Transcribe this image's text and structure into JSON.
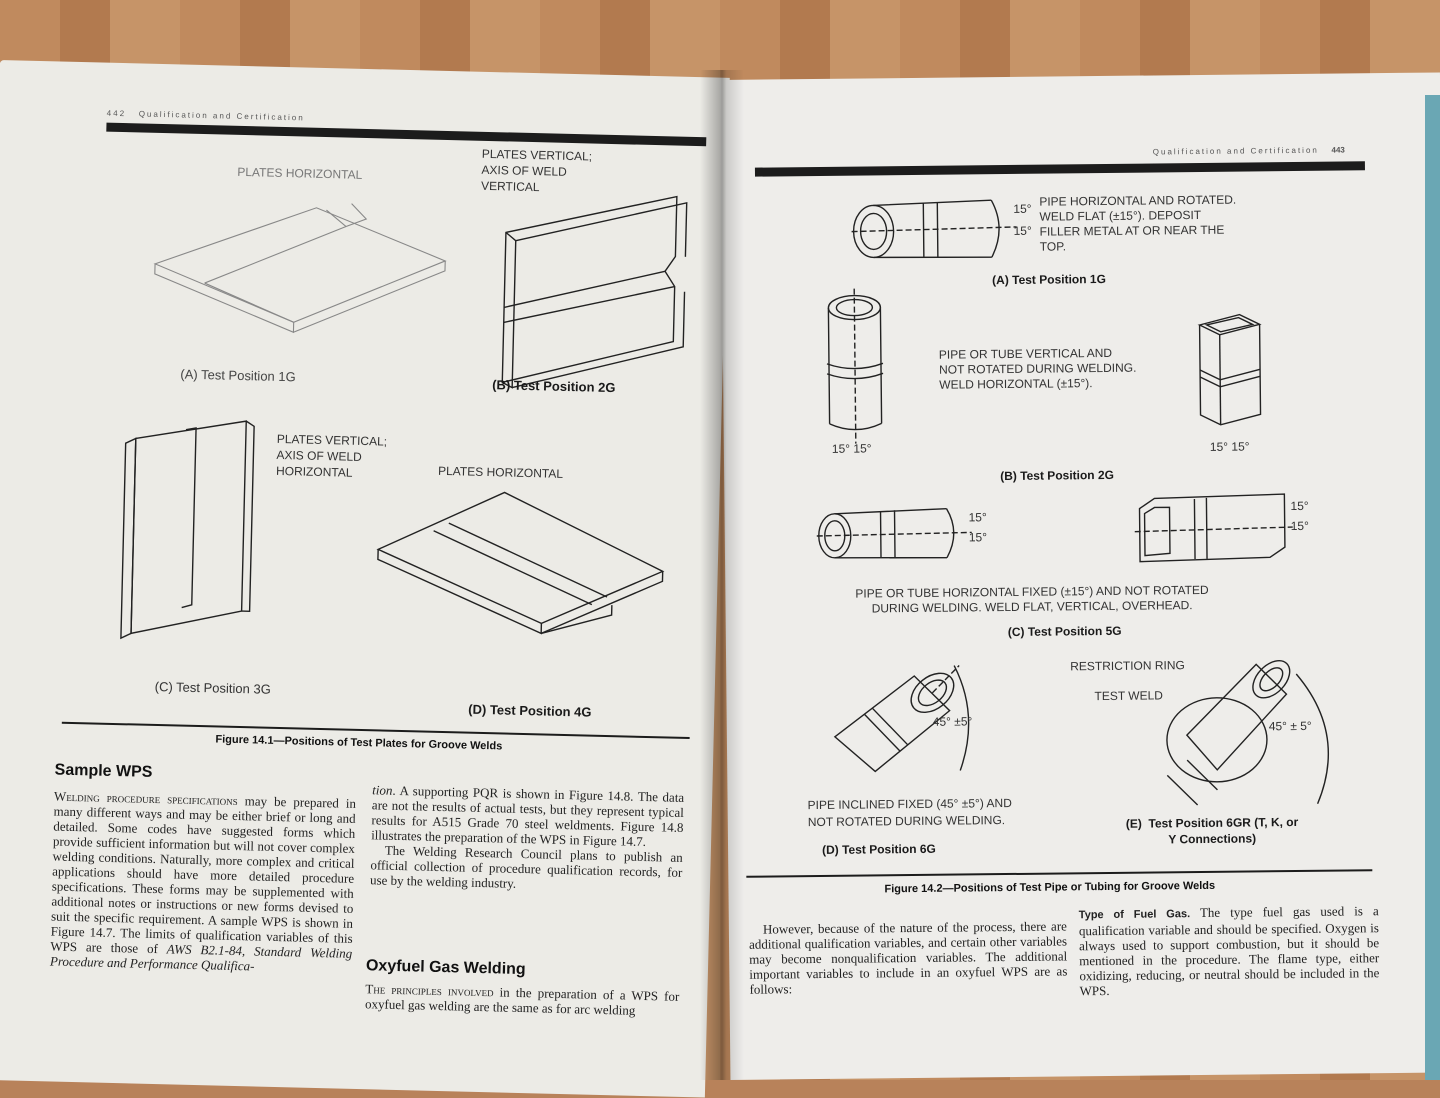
{
  "left_page": {
    "page_number": "442",
    "running_head": "Qualification and Certification",
    "figure": {
      "panels": [
        {
          "label": "PLATES HORIZONTAL",
          "caption": "(A)  Test Position 1G"
        },
        {
          "label": "PLATES VERTICAL;\nAXIS OF WELD\nVERTICAL",
          "caption": "(B)  Test Position 2G"
        },
        {
          "label": "PLATES VERTICAL;\nAXIS OF WELD\nHORIZONTAL",
          "caption": "(C)  Test Position 3G"
        },
        {
          "label": "PLATES HORIZONTAL",
          "caption": "(D)  Test Position 4G"
        }
      ],
      "title": "Figure 14.1—Positions of Test Plates for Groove Welds"
    },
    "section_heading": "Sample WPS",
    "col1": {
      "lead": "Welding procedure specifications",
      "text": " may be prepared in many different ways and may be either brief or long and detailed. Some codes have suggested forms which provide sufficient information but will not cover complex welding conditions. Naturally, more complex and critical applications should have more detailed procedure specifications. These forms may be supplemented with additional notes or instructions or new forms devised to suit the specific requirement. A sample WPS is shown in Figure 14.7. The limits of qualification variables of this WPS are those of ",
      "cite": "AWS B2.1-84, Standard Welding Procedure and Performance Qualifica-"
    },
    "col2": {
      "cont_italic": "tion",
      "cont_text": ". A supporting PQR is shown in Figure 14.8. The data are not the results of actual tests, but they represent typical results for A515 Grade 70 steel weldments. Figure 14.8 illustrates the preparation of the WPS in Figure 14.7.",
      "para2": "The Welding Research Council plans to publish an official collection of procedure qualification records, for use by the welding industry.",
      "heading": "Oxyfuel Gas Welding",
      "lead": "The principles involved",
      "text": " in the preparation of a WPS for oxyfuel gas welding are the same as for arc welding"
    }
  },
  "right_page": {
    "page_number": "443",
    "running_head": "Qualification and Certification",
    "figure": {
      "panel_a": {
        "angle_top": "15°",
        "angle_bottom": "15°",
        "label": "PIPE HORIZONTAL AND ROTATED.\nWELD FLAT (±15°). DEPOSIT\nFILLER METAL AT OR NEAR THE\nTOP.",
        "caption": "(A)  Test Position 1G"
      },
      "panel_b": {
        "angles_left": "15° 15°",
        "angles_right": "15° 15°",
        "label": "PIPE OR TUBE VERTICAL AND\nNOT ROTATED DURING WELDING.\nWELD HORIZONTAL (±15°).",
        "caption": "(B)  Test Position 2G"
      },
      "panel_c": {
        "angle_a": "15°",
        "angle_b": "15°",
        "angle_c": "15°",
        "angle_d": "15°",
        "label": "PIPE OR TUBE HORIZONTAL FIXED (±15°) AND NOT ROTATED\nDURING WELDING. WELD FLAT, VERTICAL, OVERHEAD.",
        "caption": "(C)  Test Position 5G"
      },
      "panel_d": {
        "angle": "45° ±5°",
        "label": "PIPE INCLINED FIXED (45° ±5°) AND\nNOT ROTATED DURING WELDING.",
        "caption": "(D)  Test Position 6G"
      },
      "panel_e": {
        "ring_label": "RESTRICTION RING",
        "weld_label": "TEST WELD",
        "angle": "45° ± 5°",
        "caption": "(E)  Test Position 6GR (T, K, or\nY Connections)"
      },
      "title": "Figure 14.2—Positions of Test Pipe or Tubing for Groove Welds"
    },
    "col1": {
      "text": "However, because of the nature of the process, there are additional qualification variables, and certain other variables may become nonqualification variables. The additional important variables to include in an oxyfuel WPS are as follows:"
    },
    "col2": {
      "run_in": "Type of Fuel Gas.",
      "text": " The type fuel gas used is a qualification variable and should be specified. Oxygen is always used to support combustion, but it should be mentioned in the procedure. The flame type, either oxidizing, reducing, or neutral should be included in the WPS."
    }
  },
  "colors": {
    "paper": "#ecebe6",
    "ink": "#1c1c1c",
    "wood": "#b8825a",
    "teal_edge": "#6aa7b4"
  }
}
